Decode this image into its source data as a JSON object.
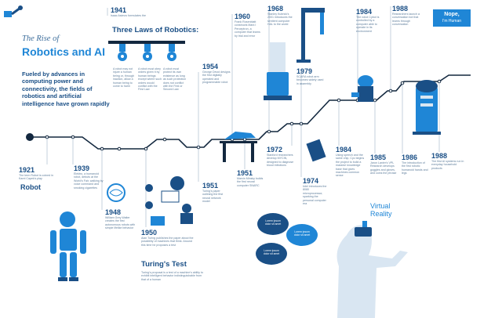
{
  "colors": {
    "dark": "#1a4f86",
    "accent": "#1f86d6",
    "line": "#13283f",
    "light": "#d9e6f2",
    "text": "#5f7e9c"
  },
  "hero": {
    "title": "The Rise of",
    "main": "Robotics and AI",
    "desc": "Fueled by advances in computing power and connectivity, the fields of robotics and artificial intelligence have grown rapidly"
  },
  "badge": {
    "line1": "Nope,",
    "line2": "I'm Human"
  },
  "laws": {
    "title": "Three Laws of Robotics:"
  },
  "vr": {
    "line1": "Virtual",
    "line2": "Reality"
  },
  "robot_label": "Robot",
  "turing_label": "Turing's Test",
  "milestones": [
    {
      "id": "y1941",
      "year": "1941",
      "text": "Isaac Asimov formulates the"
    },
    {
      "id": "y1954",
      "year": "1954",
      "text": "George Devol designs the first digitally operated and programmable robot"
    },
    {
      "id": "y1960",
      "year": "1960",
      "text": "Frank Rosenblatt constructs Mark I Perceptron, a computer that learns by trial and error"
    },
    {
      "id": "y1968",
      "year": "1968",
      "text": "Stanley Kubrick's 2001 introduces the sentient computer HAL to the world"
    },
    {
      "id": "y1979",
      "year": "1979",
      "text": "SCARA robot arm becomes widely used in assembly"
    },
    {
      "id": "y1984a",
      "year": "1984",
      "text": "The robot Cybot is controlled by a computer able to operate in its environment"
    },
    {
      "id": "y1988",
      "year": "1988",
      "text": "Researchers launch a conversation bot that learns through conversation"
    },
    {
      "id": "y1921",
      "year": "1921",
      "text": "The term Robot is coined in Karel Capek's play"
    },
    {
      "id": "y1939",
      "year": "1939",
      "text": "Elektro, a humanoid robot, debuts at the World's Fair, walking by voice command and smoking cigarettes"
    },
    {
      "id": "y1948",
      "year": "1948",
      "text": "William Grey Walter creates the first autonomous robots with simple lifelike behavior"
    },
    {
      "id": "y1950",
      "year": "1950",
      "text": "Alan Turing publishes the paper about the possibility of machines that think. Around this time he proposes a test"
    },
    {
      "id": "y1951",
      "year": "1951",
      "text": "Turing's paper outlining the first neural network model"
    },
    {
      "id": "y1951b",
      "year": "1951",
      "text": "Marvin Minsky builds the first neural computer SNARC"
    },
    {
      "id": "y1972",
      "year": "1972",
      "text": "Stanford researchers develop MYCIN, designed to diagnose blood infections"
    },
    {
      "id": "y1974",
      "year": "1974",
      "text": "Intel introduces the 8080 microprocessor, sparking the personal computer era"
    },
    {
      "id": "y1984b",
      "year": "1984",
      "text": "Using speech and the same chip, Cyc begins the project to build a massive knowledge base that gives machines common sense"
    },
    {
      "id": "y1985",
      "year": "1985",
      "text": "Jaron Lanier's VPL Research develops goggles and gloves, and coins the phrase"
    },
    {
      "id": "y1986",
      "year": "1986",
      "text": "The introduction of the first robotic humanoid hands and legs"
    },
    {
      "id": "y1988b",
      "year": "1988",
      "text": "The first AI systems run in everyday household products"
    }
  ],
  "laws_rules": [
    "A robot may not injure a human being or, through inaction, allow a human being to come to harm",
    "A robot must obey orders given it by human beings except where such orders would conflict with the First Law",
    "A robot must protect its own existence as long as such protection does not conflict with the First or Second Law"
  ],
  "turing_desc": "Turing's proposal is a test of a machine's ability to exhibit intelligent behavior indistinguishable from that of a human",
  "bubbles": [
    "Lorem ipsum dolor sit amet",
    "Lorem ipsum dolor sit amet",
    "Lorem ipsum dolor sit amet"
  ]
}
